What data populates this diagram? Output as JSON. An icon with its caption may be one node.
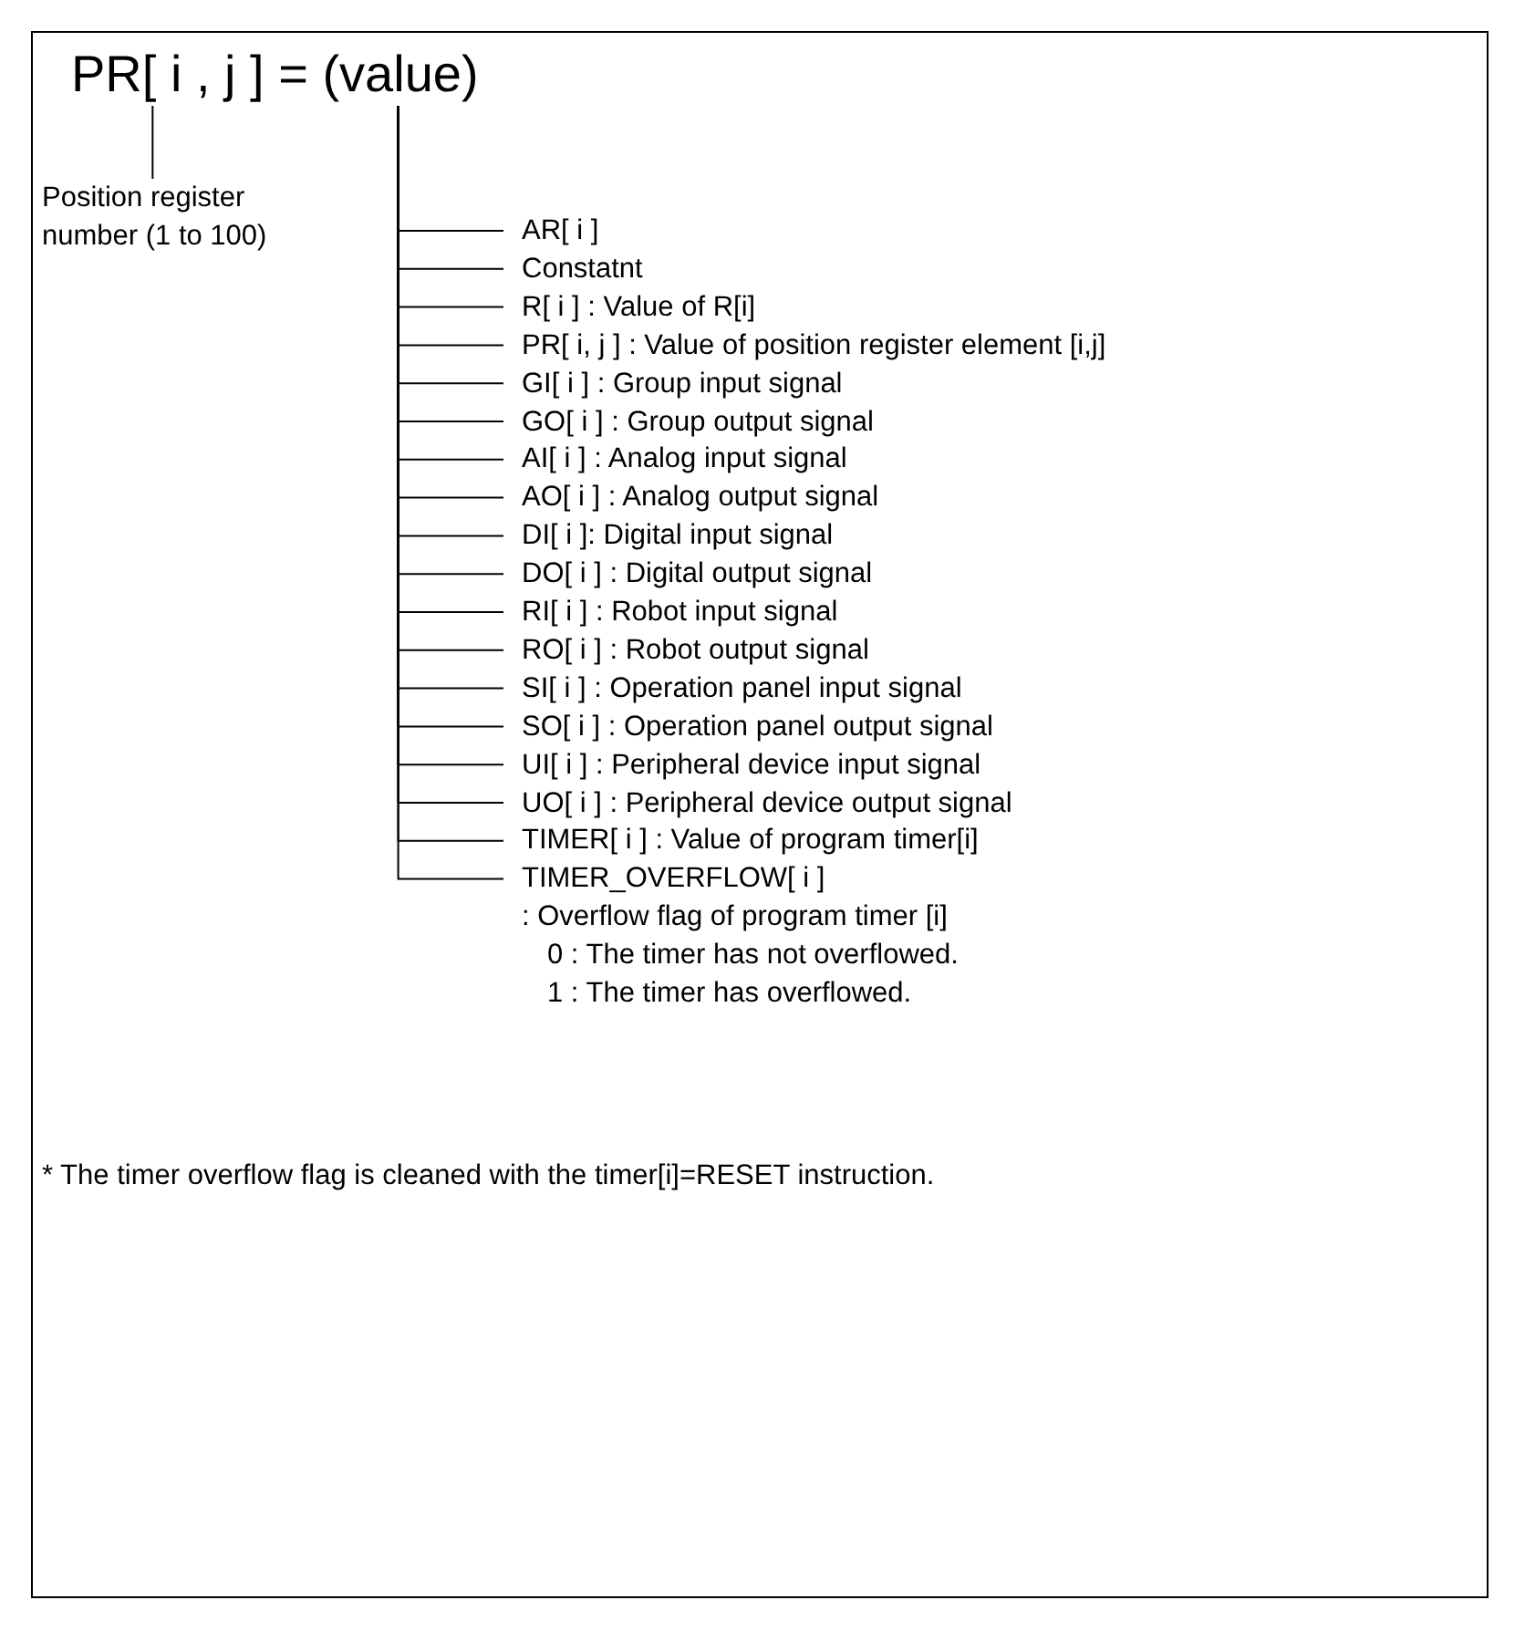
{
  "diagram": {
    "nodes": [
      {
        "text": [],
        "shape": "box"
      },
      {
        "text": [
          "PR[ i , j ] = (value)"
        ],
        "in": 0
      },
      {
        "text": [
          "Position register number (1 to 100)"
        ],
        "in": 0
      },
      {
        "text": [
          "AR[ i ]"
        ],
        "in": 0
      },
      {
        "text": [
          "Constatnt"
        ],
        "in": 0
      },
      {
        "text": [
          "R[ i ] : Value of R[i]"
        ],
        "in": 0
      },
      {
        "text": [
          "PR[ i, j ] : Value of position register element [i,j]"
        ],
        "in": 0
      },
      {
        "text": [
          "GI[ i ] : Group input signal"
        ],
        "in": 0
      },
      {
        "text": [
          "GO[ i ] : Group output signal"
        ],
        "in": 0
      },
      {
        "text": [
          "AI[ i ] : Analog input signal"
        ],
        "in": 0
      },
      {
        "text": [
          "AO[ i ] : Analog output signal"
        ],
        "in": 0
      },
      {
        "text": [
          "DI[ i ]: Digital input signal"
        ],
        "in": 0
      },
      {
        "text": [
          "DO[ i ] : Digital output signal"
        ],
        "in": 0
      },
      {
        "text": [
          "RI[ i ] : Robot input signal"
        ],
        "in": 0
      },
      {
        "text": [
          "RO[ i ] : Robot output signal"
        ],
        "in": 0
      },
      {
        "text": [
          "SI[ i ] : Operation panel input signal"
        ],
        "in": 0
      },
      {
        "text": [
          "SO[ i ] : Operation panel output signal"
        ],
        "in": 0
      },
      {
        "text": [
          "UI[ i ] : Peripheral device input signal"
        ],
        "in": 0
      },
      {
        "text": [
          "UO[ i ] : Peripheral device output signal"
        ],
        "in": 0
      },
      {
        "text": [
          "TIMER[ i ] : Value of program timer[i]"
        ],
        "in": 0
      },
      {
        "text": [
          "TIMER_OVERFLOW[ i ]",
          ": Overflow flag of program timer [i]",
          "0 : The timer has not overflowed.",
          "1 : The timer has overflowed."
        ],
        "in": 0
      }
    ],
    "edges": [
      {
        "from": 2,
        "to": 1,
        "arrow": "none"
      },
      {
        "from": 3,
        "to": 1,
        "arrow": "none"
      },
      {
        "from": 4,
        "to": 1,
        "arrow": "none"
      },
      {
        "from": 5,
        "to": 1,
        "arrow": "none"
      },
      {
        "from": 6,
        "to": 1,
        "arrow": "none"
      },
      {
        "from": 7,
        "to": 1,
        "arrow": "none"
      },
      {
        "from": 8,
        "to": 1,
        "arrow": "none"
      },
      {
        "from": 9,
        "to": 1,
        "arrow": "none"
      },
      {
        "from": 10,
        "to": 1,
        "arrow": "none"
      },
      {
        "from": 11,
        "to": 1,
        "arrow": "none"
      },
      {
        "from": 12,
        "to": 1,
        "arrow": "none"
      },
      {
        "from": 13,
        "to": 1,
        "arrow": "none"
      },
      {
        "from": 14,
        "to": 1,
        "arrow": "none"
      },
      {
        "from": 15,
        "to": 1,
        "arrow": "none"
      },
      {
        "from": 16,
        "to": 1,
        "arrow": "none"
      },
      {
        "from": 17,
        "to": 1,
        "arrow": "none"
      },
      {
        "from": 18,
        "to": 1,
        "arrow": "none"
      },
      {
        "from": 19,
        "to": 1,
        "arrow": "none"
      },
      {
        "from": 20,
        "to": 1,
        "arrow": "none"
      }
    ],
    "labels": [
      "* The timer overflow flag is cleaned with the timer[i]=RESET instruction."
    ]
  }
}
